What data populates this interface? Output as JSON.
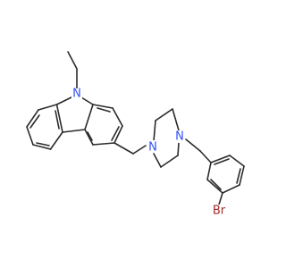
{
  "molecule": {
    "atoms": {
      "n_carbazole": {
        "symbol": "N",
        "color": "#3050f8"
      },
      "n_piperazine_1": {
        "symbol": "N",
        "color": "#3050f8"
      },
      "n_piperazine_4": {
        "symbol": "N",
        "color": "#3050f8"
      },
      "bromine": {
        "symbol": "Br",
        "color": "#a62929"
      }
    },
    "bond_color": "#2b2b2b"
  }
}
